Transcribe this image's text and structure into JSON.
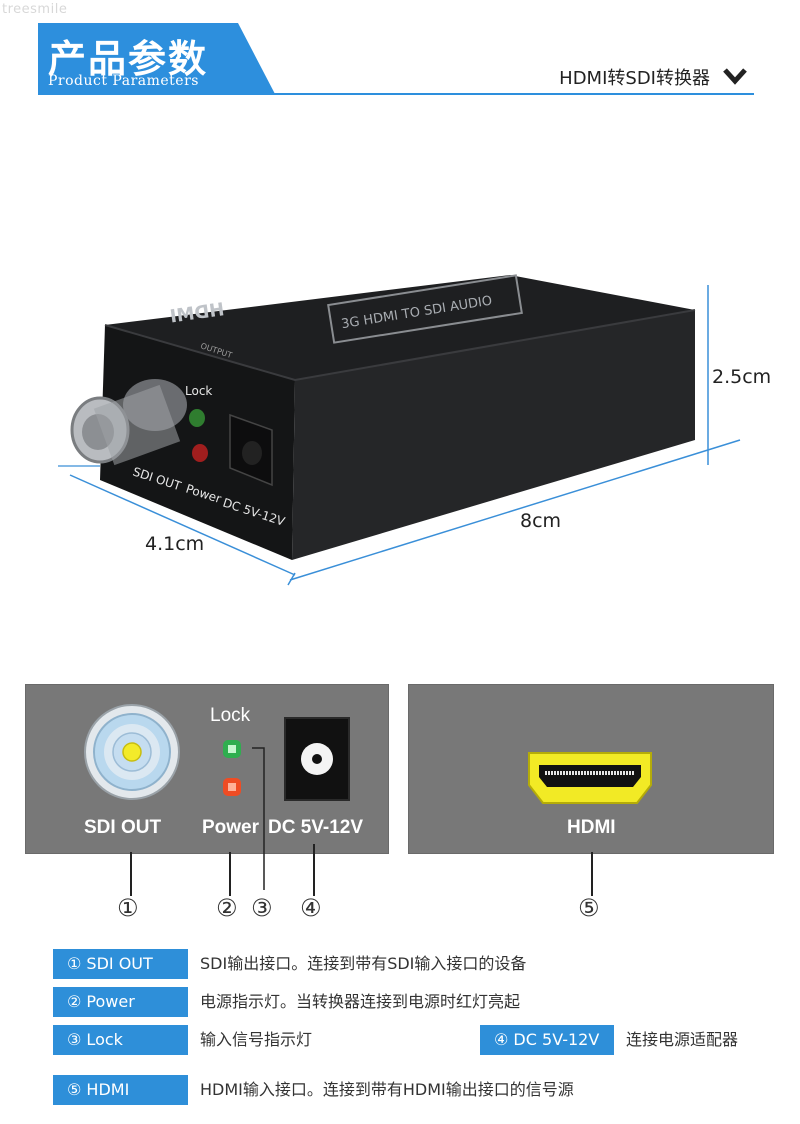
{
  "watermark": "treesmile",
  "header": {
    "title_cn": "产品参数",
    "title_en": "Product Parameters",
    "product_name": "HDMI转SDI转换器",
    "chevron_icon": "chevron-down-icon",
    "accent_color": "#2d8fdd"
  },
  "photo": {
    "device_logo": "HDMI",
    "device_badge": "3G HDMI TO SDI AUDIO",
    "output_label": "OUTPUT",
    "lock_label": "Lock",
    "sdi_out_label": "SDI  OUT",
    "power_label": "Power",
    "dc_label": "DC  5V-12V",
    "dim_height": "2.5cm",
    "dim_length": "8cm",
    "dim_width": "4.1cm"
  },
  "panel_left": {
    "lock": "Lock",
    "sdi_out": "SDI OUT",
    "power": "Power",
    "dc": "DC 5V-12V",
    "num1": "①",
    "num2": "②",
    "num3": "③",
    "num4": "④"
  },
  "panel_right": {
    "hdmi": "HDMI",
    "num5": "⑤"
  },
  "legend": [
    {
      "tag": "① SDI OUT",
      "desc": "SDI输出接口。连接到带有SDI输入接口的设备"
    },
    {
      "tag": "② Power",
      "desc": "电源指示灯。当转换器连接到电源时红灯亮起"
    },
    {
      "tag": "③ Lock",
      "desc": "输入信号指示灯"
    },
    {
      "tag": "④ DC 5V-12V",
      "desc": "连接电源适配器"
    },
    {
      "tag": "⑤ HDMI",
      "desc": "HDMI输入接口。连接到带有HDMI输出接口的信号源"
    }
  ]
}
